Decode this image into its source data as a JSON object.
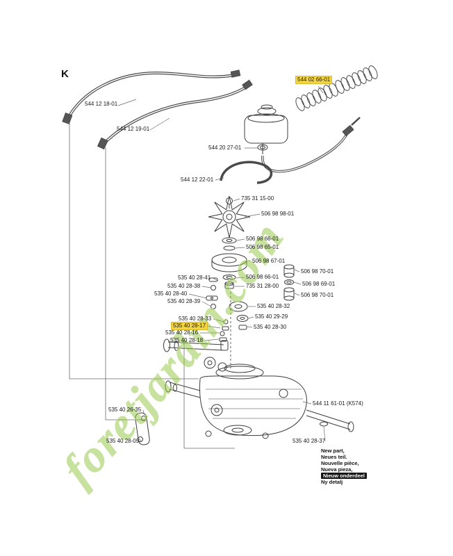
{
  "page": {
    "section_label": "K"
  },
  "watermark": {
    "text": "foretjardin.com",
    "color": "#8fc43e"
  },
  "colors": {
    "highlight": "#f3d53f",
    "line": "#3c3c3c",
    "label_text": "#1a1a1a"
  },
  "labels": [
    {
      "text": "544 12 18-01",
      "highlight": false
    },
    {
      "text": "544 12 19-01",
      "highlight": false
    },
    {
      "text": "544 02 66-01",
      "highlight": true
    },
    {
      "text": "544 20 27-01",
      "highlight": false
    },
    {
      "text": "544 12 22-01",
      "highlight": false
    },
    {
      "text": "735 31 15-00",
      "highlight": false
    },
    {
      "text": "506 98 98-01",
      "highlight": false
    },
    {
      "text": "506 98 66-01",
      "highlight": false
    },
    {
      "text": "506 98 65-01",
      "highlight": false
    },
    {
      "text": "506 98 67-01",
      "highlight": false
    },
    {
      "text": "506 98 66-01",
      "highlight": false
    },
    {
      "text": "735 31 28-00",
      "highlight": false
    },
    {
      "text": "506 98 70-01",
      "highlight": false
    },
    {
      "text": "506 98 69-01",
      "highlight": false
    },
    {
      "text": "506 98 70-01",
      "highlight": false
    },
    {
      "text": "535 40 28-41",
      "highlight": false
    },
    {
      "text": "535 40 28-38",
      "highlight": false
    },
    {
      "text": "535 40 28-40",
      "highlight": false
    },
    {
      "text": "535 40 28-39",
      "highlight": false
    },
    {
      "text": "535 40 28-32",
      "highlight": false
    },
    {
      "text": "535 40 29-29",
      "highlight": false
    },
    {
      "text": "535 40 28-33",
      "highlight": false
    },
    {
      "text": "535 40 28-17",
      "highlight": true
    },
    {
      "text": "535 40 28-16",
      "highlight": false
    },
    {
      "text": "535 40 28-30",
      "highlight": false
    },
    {
      "text": "535 40 28-18",
      "highlight": false
    },
    {
      "text": "535 40 26-35",
      "highlight": false
    },
    {
      "text": "544 11 61-01 (K574)",
      "highlight": false
    },
    {
      "text": "535 40 28-09",
      "highlight": false
    },
    {
      "text": "535 40 28-37",
      "highlight": false
    }
  ],
  "legend": {
    "lines": [
      {
        "text": "New part,"
      },
      {
        "text": "Neues teil."
      },
      {
        "text": "Nouvelle pièce,"
      },
      {
        "text": "Nueva pieza,"
      },
      {
        "text": "Nieuw onderdeel"
      },
      {
        "text": "Ny detalj"
      }
    ],
    "highlight_index": 4
  }
}
